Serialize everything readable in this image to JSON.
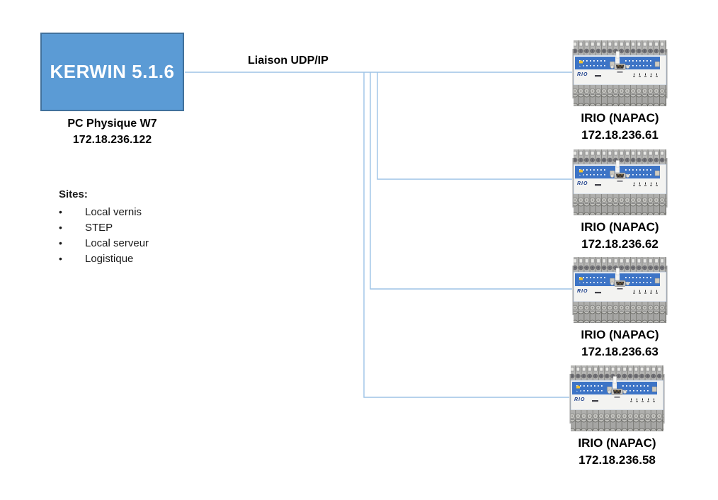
{
  "diagram": {
    "kerwin": {
      "label": "KERWIN 5.1.6"
    },
    "pc": {
      "line1": "PC Physique W7",
      "line2": "172.18.236.122"
    },
    "link": {
      "label": "Liaison UDP/IP"
    },
    "sites": {
      "heading": "Sites:",
      "bullet": "•",
      "items": [
        "Local vernis",
        "STEP",
        "Local serveur",
        "Logistique"
      ]
    },
    "devices": [
      {
        "name": "IRIO (NAPAC)",
        "ip": "172.18.236.61",
        "brand": "RIO"
      },
      {
        "name": "IRIO (NAPAC)",
        "ip": "172.18.236.62",
        "brand": "RIO"
      },
      {
        "name": "IRIO (NAPAC)",
        "ip": "172.18.236.63",
        "brand": "RIO"
      },
      {
        "name": "IRIO (NAPAC)",
        "ip": "172.18.236.58",
        "brand": "RIO"
      }
    ],
    "colors": {
      "box_fill": "#5B9BD5",
      "box_border": "#41719C",
      "line": "#9DC3E6",
      "device_blue": "#3D74C6"
    }
  }
}
